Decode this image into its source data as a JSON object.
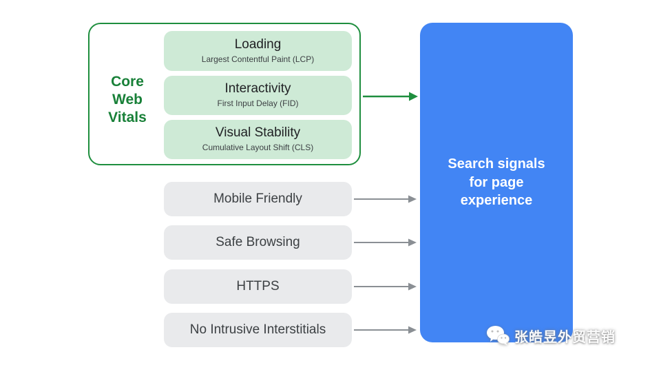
{
  "core_web_vitals": {
    "label": "Core\nWeb\nVitals",
    "items": [
      {
        "title": "Loading",
        "subtitle": "Largest Contentful Paint (LCP)"
      },
      {
        "title": "Interactivity",
        "subtitle": "First Input Delay (FID)"
      },
      {
        "title": "Visual Stability",
        "subtitle": "Cumulative Layout Shift (CLS)"
      }
    ]
  },
  "other_signals": [
    "Mobile Friendly",
    "Safe Browsing",
    "HTTPS",
    "No Intrusive Interstitials"
  ],
  "result_box": {
    "label": "Search signals\nfor page\nexperience"
  },
  "watermark": {
    "icon": "wechat-icon",
    "text": "张皓昱外贸营销"
  },
  "colors": {
    "green_border": "#1e8e3e",
    "green_text": "#188038",
    "green_pill_bg": "#ceead6",
    "gray_pill_bg": "#e9eaec",
    "blue_box": "#4285f4",
    "arrow_gray": "#8a8f94",
    "text_dark": "#202124",
    "text_secondary": "#3c4043"
  }
}
